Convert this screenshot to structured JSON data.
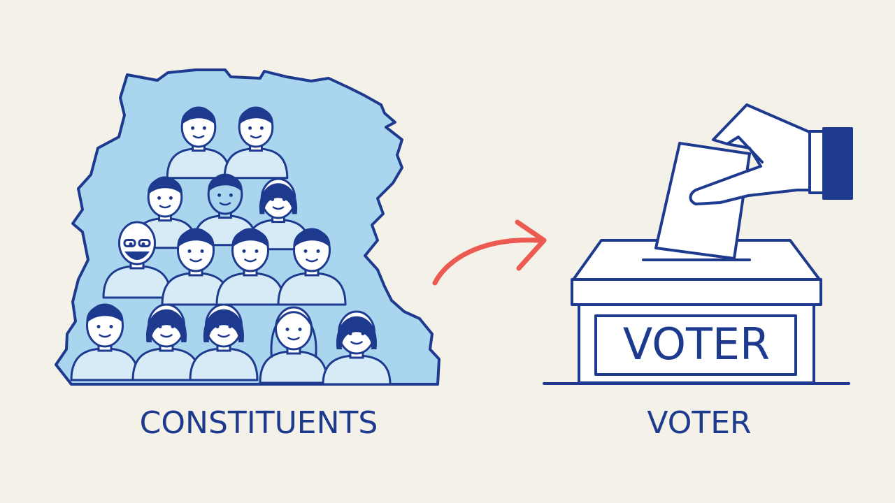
{
  "left_label": "CONSTITUENTS",
  "right_label": "VOTER",
  "box_label": "VOTER",
  "colors": {
    "background": "#f4f1e9",
    "ink": "#1d3a8f",
    "region_fill": "#a9d6ee",
    "shirt_fill": "#d7ebf7",
    "arrow": "#ec5b52",
    "white": "#ffffff"
  },
  "icons": [
    "region-map-icon",
    "crowd-people-icon",
    "arrow-icon",
    "ballot-box-icon",
    "ballot-paper-icon",
    "hand-icon"
  ]
}
